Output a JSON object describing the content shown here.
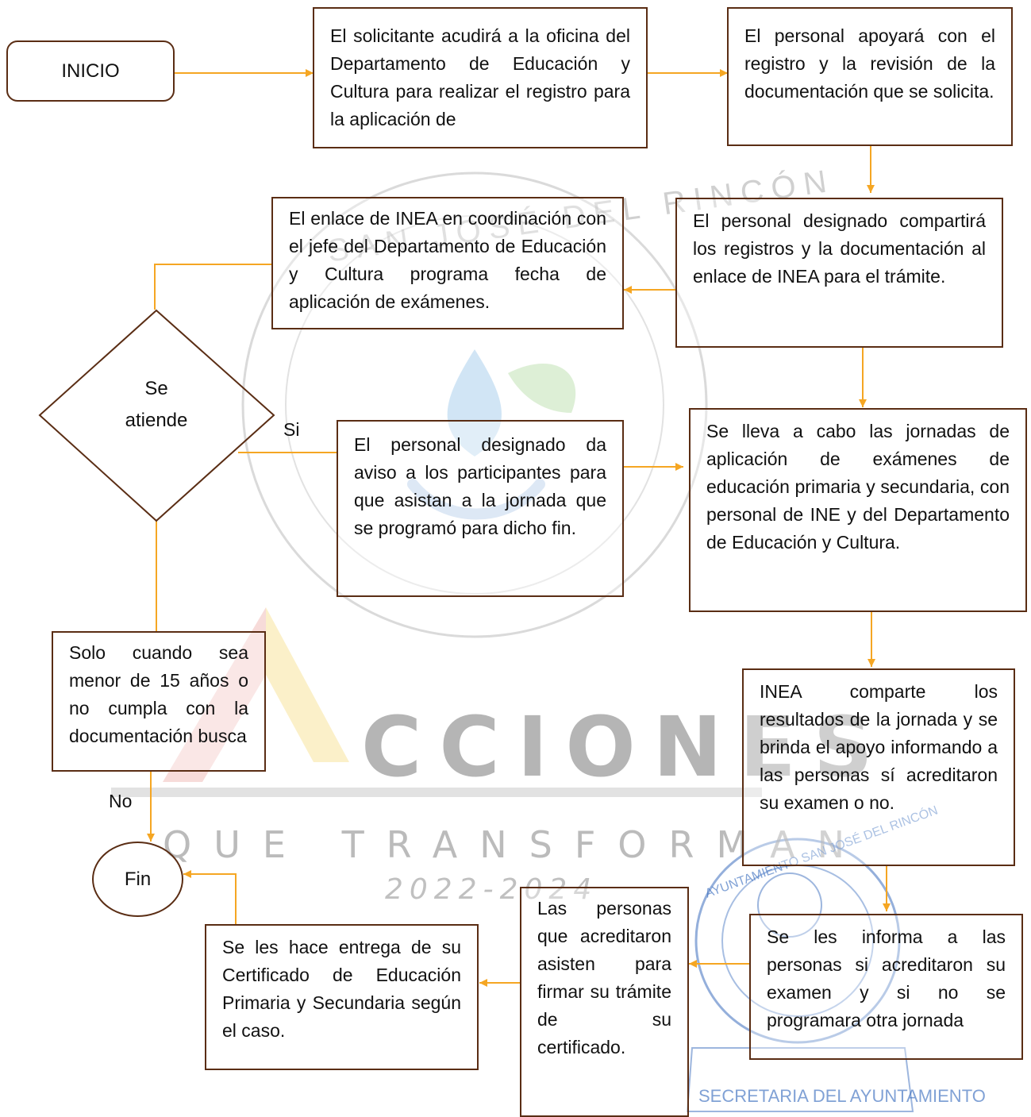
{
  "colors": {
    "box_border": "#5a2d14",
    "arrow": "#f5a623"
  },
  "start": "INICIO",
  "steps": {
    "s1": "El solicitante acudirá a la oficina del Departamento de Educación y Cultura para realizar el registro para la aplicación de",
    "s2": "El personal apoyará con el registro y la revisión de la documentación que se solicita.",
    "s3": "El personal designado compartirá los registros y la documentación al enlace de INEA para el trámite.",
    "s4": "El enlace de INEA en coordinación con el jefe del Departamento de Educación y Cultura programa fecha de aplicación de exámenes.",
    "s5": "El personal designado da aviso a los participantes para que asistan a la jornada que se programó para dicho fin.",
    "s6": "Se lleva a cabo las jornadas de aplicación de exámenes de educación primaria y secundaria, con personal de INE y del Departamento de Educación y Cultura.",
    "s7": "INEA comparte los resultados de la jornada y se brinda el apoyo informando a las personas sí acreditaron su examen o no.",
    "s8": "Se les informa a las personas si acreditaron su examen y si no se programara otra jornada",
    "s9": "Las personas que acreditaron asisten para firmar su trámite de su certificado.",
    "s10": "Se les hace entrega de su Certificado de Educación Primaria y Secundaria según el caso.",
    "s11": "Solo cuando sea menor de 15 años o no cumpla con la documentación busca"
  },
  "decision": {
    "line1": "Se",
    "line2": "atiende",
    "yes": "Si",
    "no": "No"
  },
  "end": "Fin",
  "watermark": {
    "word": "CCIONES",
    "tagline": "QUE TRANSFORMAN",
    "years": "2022-2024",
    "seal_top": "SAN JOSÉ DEL RINCÓN",
    "stamp_ring": "AYUNTAMIENTO SAN JOSÉ DEL RINCÓN",
    "stamp_footer": "SECRETARIA DEL AYUNTAMIENTO"
  }
}
